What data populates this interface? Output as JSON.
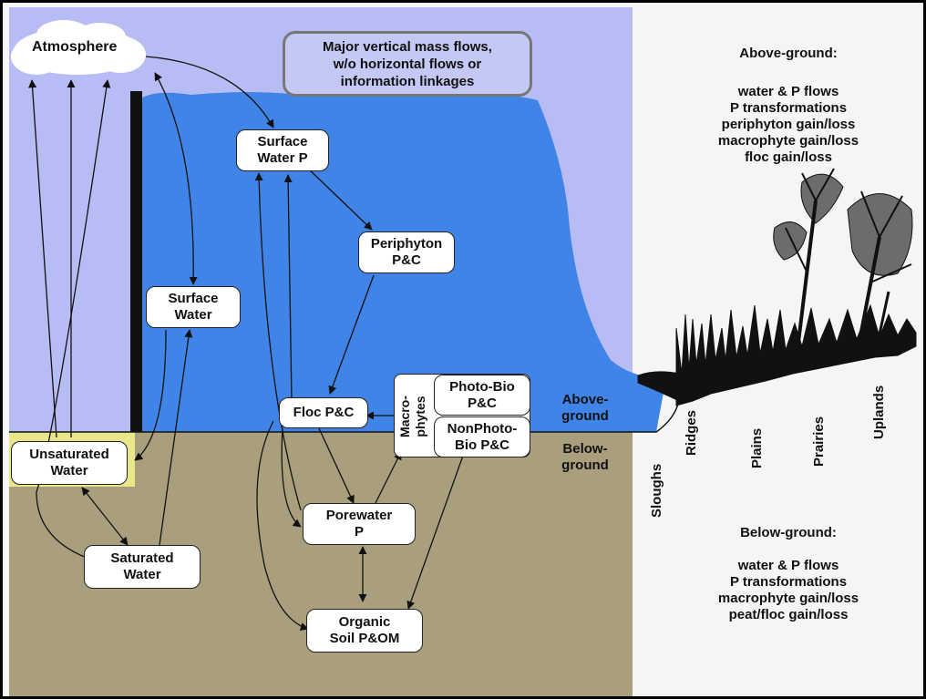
{
  "colors": {
    "atmosphere": "#b8bcf4",
    "water": "#3f84e6",
    "soil": "#aa9f7c",
    "wetland_land": "#f5f5f5",
    "unsaturated_highlight": "#e8e88a",
    "border": "#000000"
  },
  "nodes": {
    "atmosphere": "Atmosphere",
    "surface_water_p": "Surface\nWater P",
    "periphyton": "Periphyton\nP&C",
    "surface_water": "Surface\nWater",
    "floc": "Floc P&C",
    "macrophytes": "Macro-\nphytes",
    "photo_bio": "Photo-Bio\nP&C",
    "nonphoto_bio": "NonPhoto-\nBio P&C",
    "unsaturated_water": "Unsaturated\nWater",
    "porewater": "Porewater\nP",
    "saturated_water": "Saturated\nWater",
    "organic_soil": "Organic\nSoil P&OM"
  },
  "note": "Major vertical mass flows,\nw/o horizontal flows or\ninformation linkages",
  "labels": {
    "above_ground": "Above-\nground",
    "below_ground": "Below-\nground"
  },
  "above_panel": {
    "title": "Above-ground:",
    "items": "water & P flows\nP transformations\nperiphyton gain/loss\nmacrophyte gain/loss\nfloc gain/loss"
  },
  "below_panel": {
    "title": "Below-ground:",
    "items": "water & P flows\nP transformations\nmacrophyte gain/loss\npeat/floc gain/loss"
  },
  "zones": [
    "Sloughs",
    "Ridges",
    "Plains",
    "Prairies",
    "Uplands"
  ]
}
